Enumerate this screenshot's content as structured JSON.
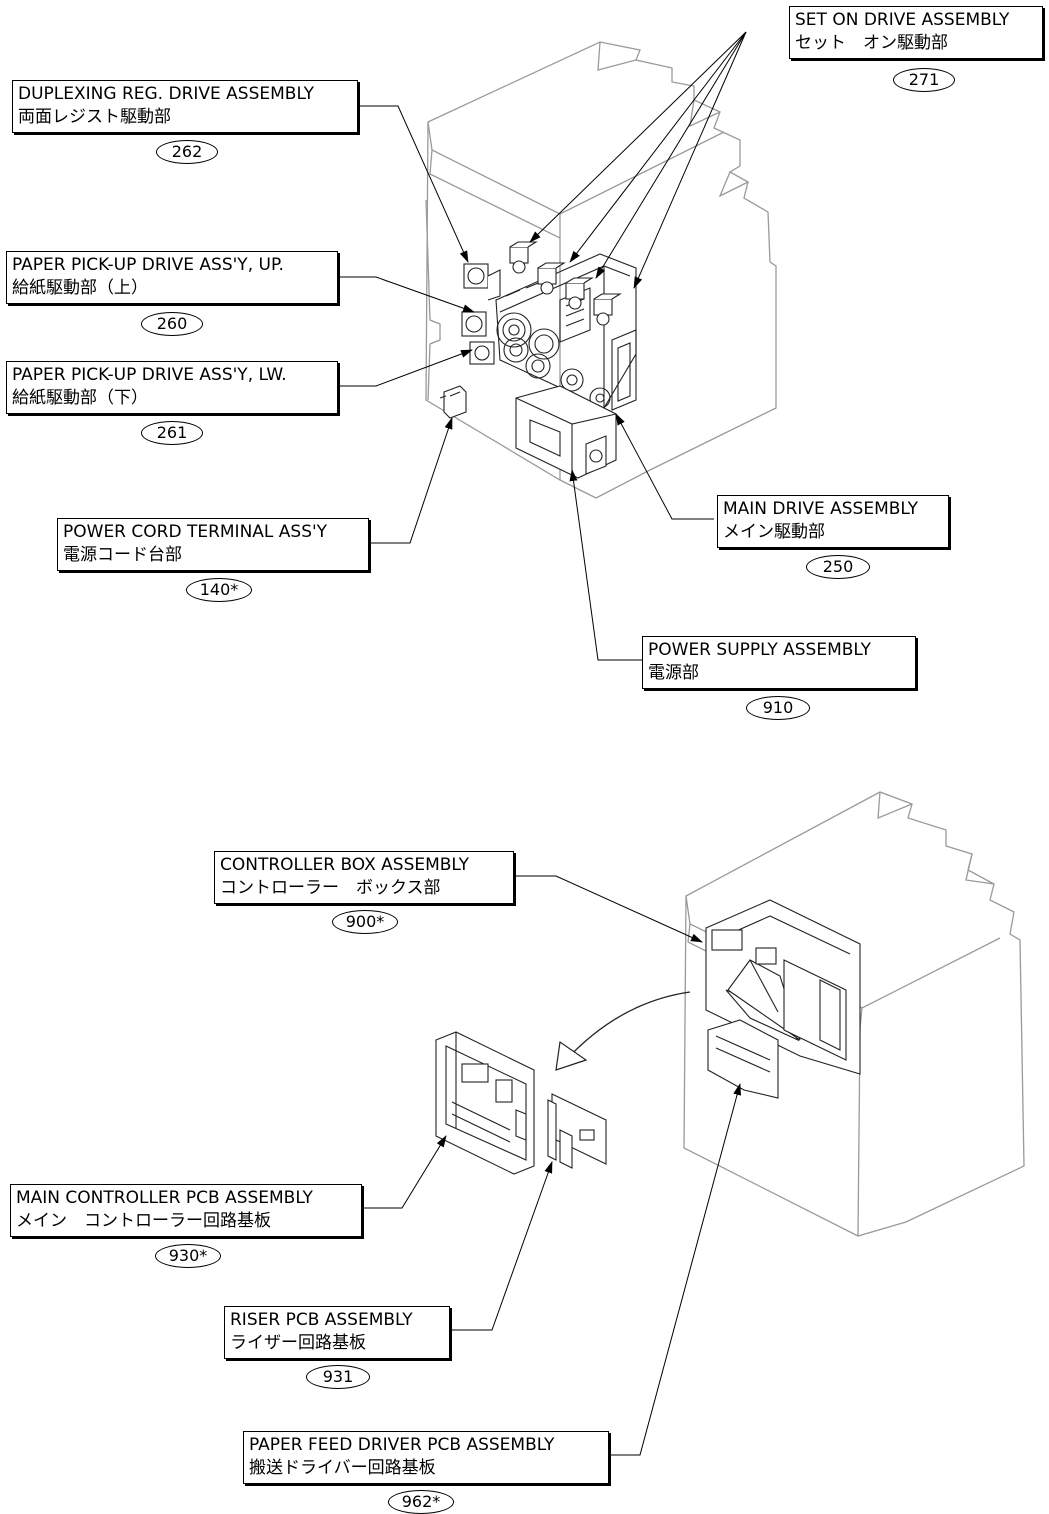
{
  "callouts": [
    {
      "id": "set-on-drive",
      "en": "SET ON DRIVE ASSEMBLY",
      "jp": "セット　オン駆動部",
      "ref": "271"
    },
    {
      "id": "duplexing-reg-drive",
      "en": "DUPLEXING REG. DRIVE ASSEMBLY",
      "jp": "両面レジスト駆動部",
      "ref": "262"
    },
    {
      "id": "paper-pickup-drive-up",
      "en": "PAPER PICK-UP DRIVE ASS'Y, UP.",
      "jp": "給紙駆動部（上）",
      "ref": "260"
    },
    {
      "id": "paper-pickup-drive-lw",
      "en": "PAPER PICK-UP DRIVE ASS'Y, LW.",
      "jp": "給紙駆動部（下）",
      "ref": "261"
    },
    {
      "id": "power-cord-terminal",
      "en": "POWER CORD TERMINAL ASS'Y",
      "jp": "電源コード台部",
      "ref": "140*"
    },
    {
      "id": "main-drive",
      "en": "MAIN DRIVE ASSEMBLY",
      "jp": "メイン駆動部",
      "ref": "250"
    },
    {
      "id": "power-supply",
      "en": "POWER SUPPLY ASSEMBLY",
      "jp": "電源部",
      "ref": "910"
    },
    {
      "id": "controller-box",
      "en": "CONTROLLER BOX ASSEMBLY",
      "jp": "コントローラー　ボックス部",
      "ref": "900*"
    },
    {
      "id": "main-controller-pcb",
      "en": "MAIN CONTROLLER PCB ASSEMBLY",
      "jp": "メイン　コントローラー回路基板",
      "ref": "930*"
    },
    {
      "id": "riser-pcb",
      "en": "RISER PCB ASSEMBLY",
      "jp": "ライザー回路基板",
      "ref": "931"
    },
    {
      "id": "paper-feed-driver-pcb",
      "en": "PAPER FEED DRIVER PCB ASSEMBLY",
      "jp": "搬送ドライバー回路基板",
      "ref": "962*"
    }
  ]
}
